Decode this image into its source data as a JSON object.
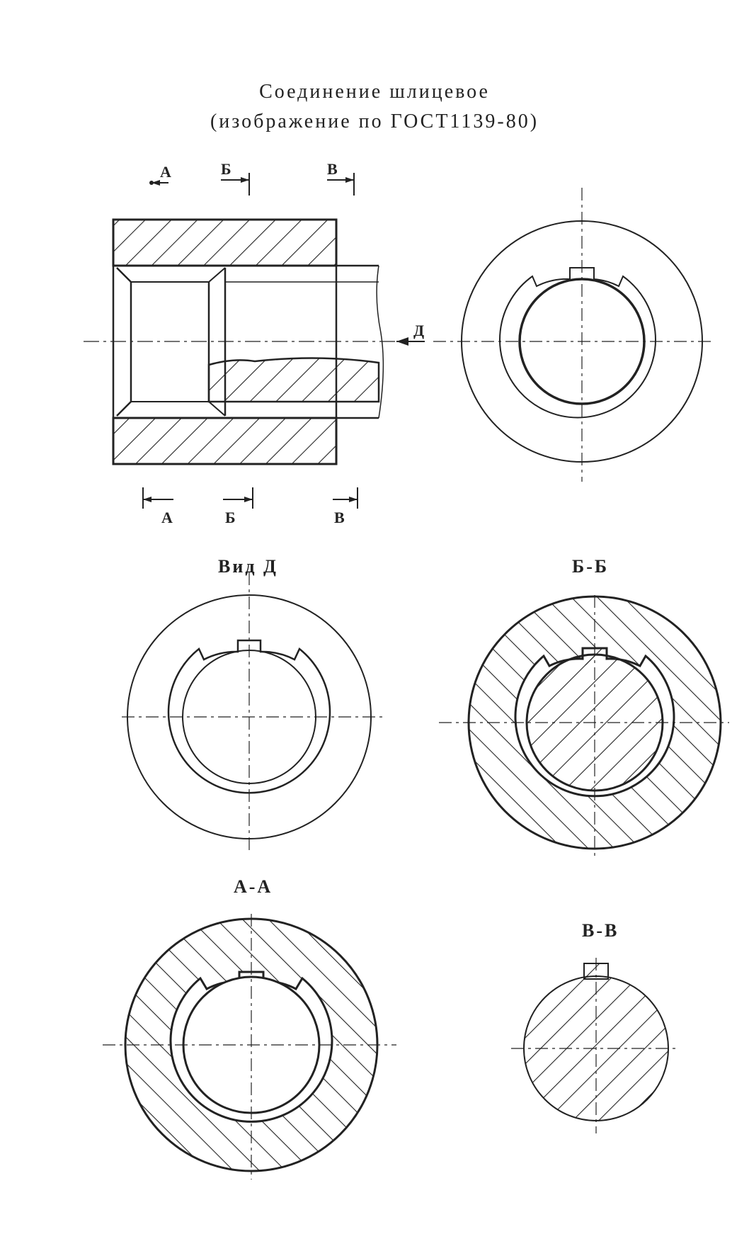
{
  "title": {
    "line1": "Соединение шлицевое",
    "line2": "(изображение по ГОСТ1139-80)"
  },
  "section_marks": {
    "a": "А",
    "b": "Б",
    "v": "В",
    "view_d": "Д"
  },
  "views": {
    "vid_d": "Вид Д",
    "bb": "Б-Б",
    "aa": "А-А",
    "vv": "В-В"
  }
}
